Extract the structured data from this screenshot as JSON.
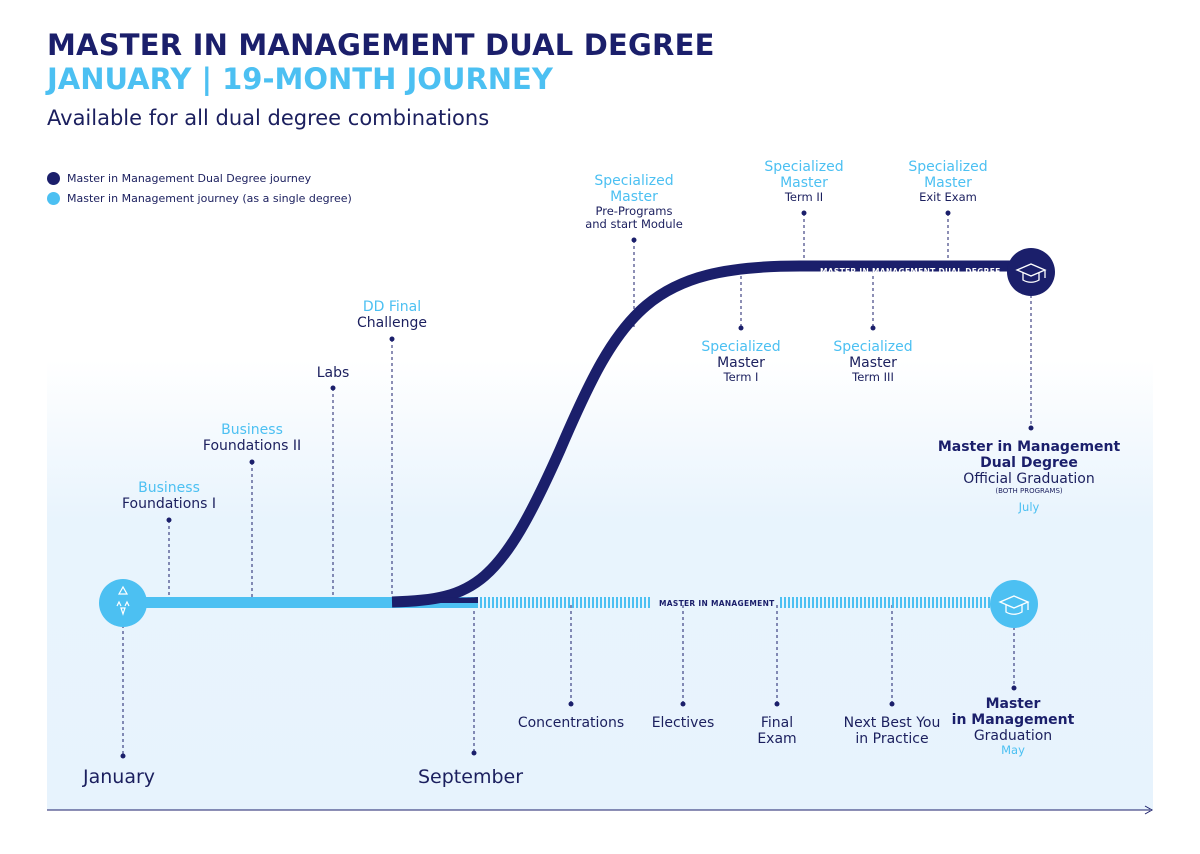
{
  "header": {
    "title": "MASTER IN MANAGEMENT DUAL DEGREE",
    "subtitle": "JANUARY | 19-MONTH JOURNEY",
    "tagline": "Available for all dual degree combinations"
  },
  "legend": [
    {
      "label": "Master in Management Dual Degree journey",
      "color": "#1b1f6b"
    },
    {
      "label": "Master in Management journey (as a single degree)",
      "color": "#4cc0f2"
    }
  ],
  "colors": {
    "dark": "#1b1f6b",
    "light": "#4cc0f2"
  },
  "axis": {
    "start": "January",
    "middle": "September"
  },
  "milestones_main": [
    {
      "accent": "Business",
      "text": "Foundations I"
    },
    {
      "accent": "Business",
      "text": "Foundations II"
    },
    {
      "accent": "",
      "text": "Labs"
    },
    {
      "accent": "DD Final",
      "text": "Challenge"
    }
  ],
  "milestones_dd_top": [
    {
      "accent1": "Specialized",
      "accent2": "Master",
      "line1": "Pre-Programs",
      "line2": "and start Module"
    },
    {
      "accent1": "Specialized",
      "accent2": "Master",
      "line1": "Term II",
      "line2": ""
    },
    {
      "accent1": "Specialized",
      "accent2": "Master",
      "line1": "Exit Exam",
      "line2": ""
    }
  ],
  "milestones_dd_bottom": [
    {
      "accent": "Specialized",
      "line1": "Master",
      "line2": "Term I"
    },
    {
      "accent": "Specialized",
      "line1": "Master",
      "line2": "Term III"
    }
  ],
  "milestones_mim": [
    {
      "line1": "Concentrations",
      "line2": ""
    },
    {
      "line1": "Electives",
      "line2": ""
    },
    {
      "line1": "Final",
      "line2": "Exam"
    },
    {
      "line1": "Next Best You",
      "line2": "in Practice"
    }
  ],
  "bars": {
    "dd_label": "MASTER IN MANAGEMENT DUAL DEGREE",
    "mim_label": "MASTER IN MANAGEMENT"
  },
  "dd_graduation": {
    "line1": "Master in Management",
    "line2": "Dual Degree",
    "line3": "Official Graduation",
    "note": "(BOTH PROGRAMS)",
    "month": "July"
  },
  "mim_graduation": {
    "line1": "Master",
    "line2": "in Management",
    "line3": "Graduation",
    "month": "May"
  },
  "icons": {
    "start": "rocket-icon",
    "dd_end": "graduation-cap-icon",
    "mim_end": "graduation-cap-icon"
  }
}
